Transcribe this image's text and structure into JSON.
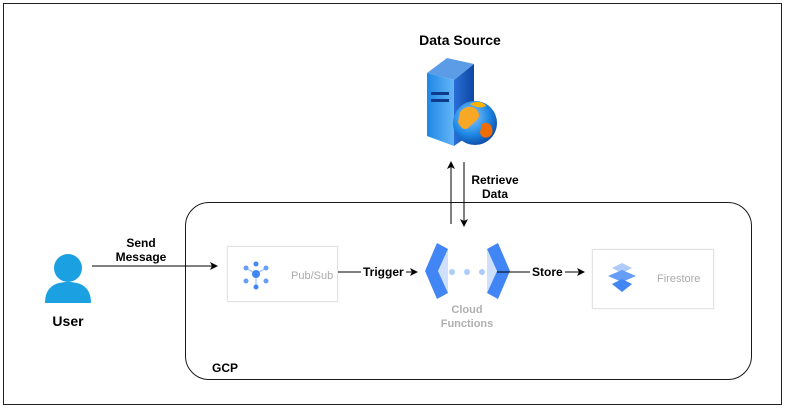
{
  "nodes": {
    "data_source": "Data Source",
    "user": "User",
    "pubsub": "Pub/Sub",
    "cloud_functions_line1": "Cloud",
    "cloud_functions_line2": "Functions",
    "firestore": "Firestore",
    "gcp": "GCP"
  },
  "edges": {
    "send_message_line1": "Send",
    "send_message_line2": "Message",
    "trigger": "Trigger",
    "store": "Store",
    "retrieve_line1": "Retrieve",
    "retrieve_line2": "Data"
  },
  "colors": {
    "user": "#1ba1e2",
    "gcp_blue": "#4285f4",
    "gcp_light_blue": "#aecbfa",
    "server": "#1565c0"
  },
  "icons": [
    "server-globe-icon",
    "user-icon",
    "pubsub-icon",
    "cloud-functions-icon",
    "firestore-icon"
  ]
}
